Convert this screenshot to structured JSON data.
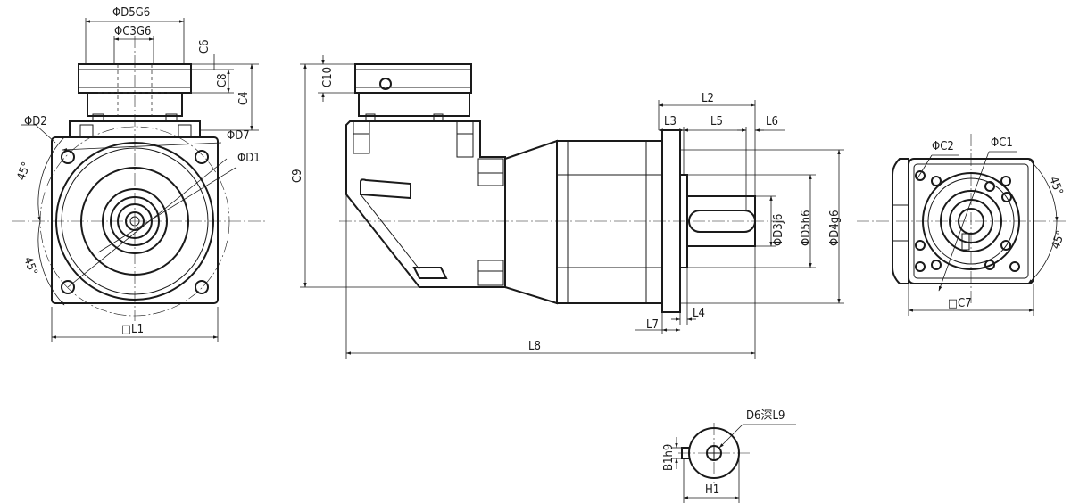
{
  "dimensions": {
    "d5g6": "ΦD5G6",
    "c3g6": "ΦC3G6",
    "c6": "C6",
    "c8": "C8",
    "c4": "C4",
    "d2": "ΦD2",
    "d7": "ΦD7",
    "d1": "ΦD1",
    "angle_top": "45°",
    "angle_bottom": "45°",
    "l1": "□L1",
    "c10": "C10",
    "c9": "C9",
    "l2": "L2",
    "l3": "L3",
    "l5": "L5",
    "l6": "L6",
    "d3j6": "ΦD3j6",
    "d5h6": "ΦD5h6",
    "d4g6": "ΦD4g6",
    "l7": "L7",
    "l4": "L4",
    "l8": "L8",
    "c2": "ΦC2",
    "c1": "ΦC1",
    "angle_right_top": "45°",
    "angle_right_bottom": "45°",
    "c7": "□C7",
    "d6_l9": "D6深L9",
    "b1h9": "B1h9",
    "h1": "H1"
  }
}
